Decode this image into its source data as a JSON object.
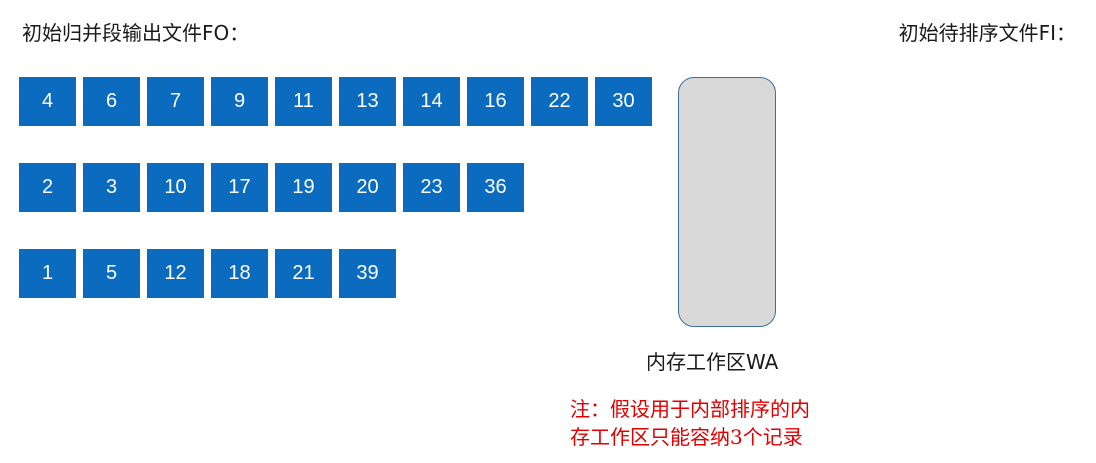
{
  "titles": {
    "output_file": "初始归并段输出文件FO：",
    "input_file": "初始待排序文件FI："
  },
  "runs": [
    [
      "4",
      "6",
      "7",
      "9",
      "11",
      "13",
      "14",
      "16",
      "22",
      "30"
    ],
    [
      "2",
      "3",
      "10",
      "17",
      "19",
      "20",
      "23",
      "36"
    ],
    [
      "1",
      "5",
      "12",
      "18",
      "21",
      "39"
    ]
  ],
  "workspace": {
    "label": "内存工作区WA"
  },
  "note": {
    "line1": "注：假设用于内部排序的内",
    "line2": "存工作区只能容纳3个记录"
  },
  "colors": {
    "record_fill": "#0b6bbf",
    "record_text": "#ffffff",
    "workspace_fill": "#d9d9d9",
    "workspace_border": "#3f6e9c",
    "note_text": "#e00000"
  }
}
